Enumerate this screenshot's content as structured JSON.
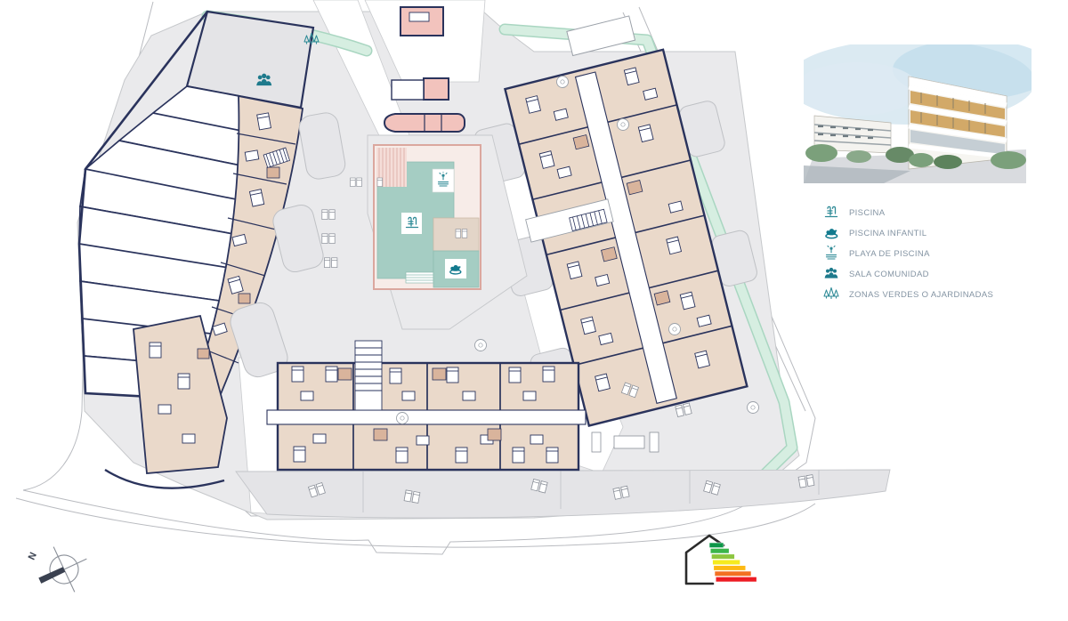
{
  "legend": {
    "items": [
      {
        "icon": "pool-ladder-icon",
        "label": "PISCINA"
      },
      {
        "icon": "rubber-duck-icon",
        "label": "PISCINA INFANTIL"
      },
      {
        "icon": "beach-shower-icon",
        "label": "PLAYA DE PISCINA"
      },
      {
        "icon": "people-group-icon",
        "label": "SALA COMUNIDAD"
      },
      {
        "icon": "trees-icon",
        "label": "ZONAS VERDES O AJARDINADAS"
      }
    ]
  },
  "compass": {
    "label": "N"
  },
  "colors": {
    "legend_teal": "#19788e",
    "wall_navy": "#2a335c",
    "apartment_beige": "#ead9ca",
    "bath_tan": "#d9b49c",
    "pool_teal": "#a5cdc3",
    "green_strip": "#d6eee1",
    "plot_gray": "#eaeaec",
    "accent_pink": "#f2c3bd",
    "energy_scale": [
      "#0d9648",
      "#3bb54a",
      "#8dc63f",
      "#f5eb1e",
      "#fdb913",
      "#f37021",
      "#ed1c24"
    ]
  }
}
